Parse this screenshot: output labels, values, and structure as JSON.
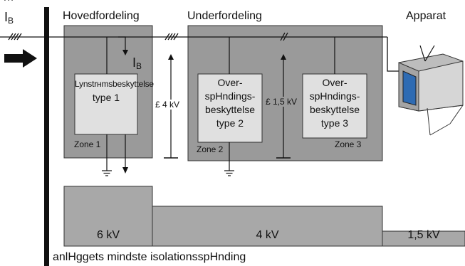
{
  "clipped_top_text": "…",
  "current_label": "I",
  "current_sub": "B",
  "zones": {
    "main": {
      "title": "Hovedfordeling",
      "zone_label": "Zone 1"
    },
    "sub": {
      "title": "Underfordeling",
      "zone_label_2": "Zone 2",
      "zone_label_3": "Zone 3"
    },
    "device": {
      "title": "Apparat"
    }
  },
  "protectors": {
    "p1": {
      "lines": [
        "Lynstrнmsbeskyttelse",
        "type 1"
      ]
    },
    "p2": {
      "lines": [
        "Over-",
        "spHndings-",
        "beskyttelse",
        "type 2"
      ]
    },
    "p3": {
      "lines": [
        "Over-",
        "spHndings-",
        "beskyttelse",
        "type 3"
      ]
    }
  },
  "voltage_limits": {
    "v1": "£ 4 kV",
    "v2": "£ 1,5 kV"
  },
  "bars": [
    {
      "label": "6 kV",
      "kv": 6
    },
    {
      "label": "4 kV",
      "kv": 4
    },
    {
      "label": "1,5 kV",
      "kv": 1.5
    }
  ],
  "footer": "anlHggets mindste isolationsspHnding",
  "colors": {
    "zone_fill": "#9a9a9a",
    "box_fill": "#e0e0e0",
    "bar_fill": "#a8a8a8",
    "screen": "#2e6bb3"
  }
}
